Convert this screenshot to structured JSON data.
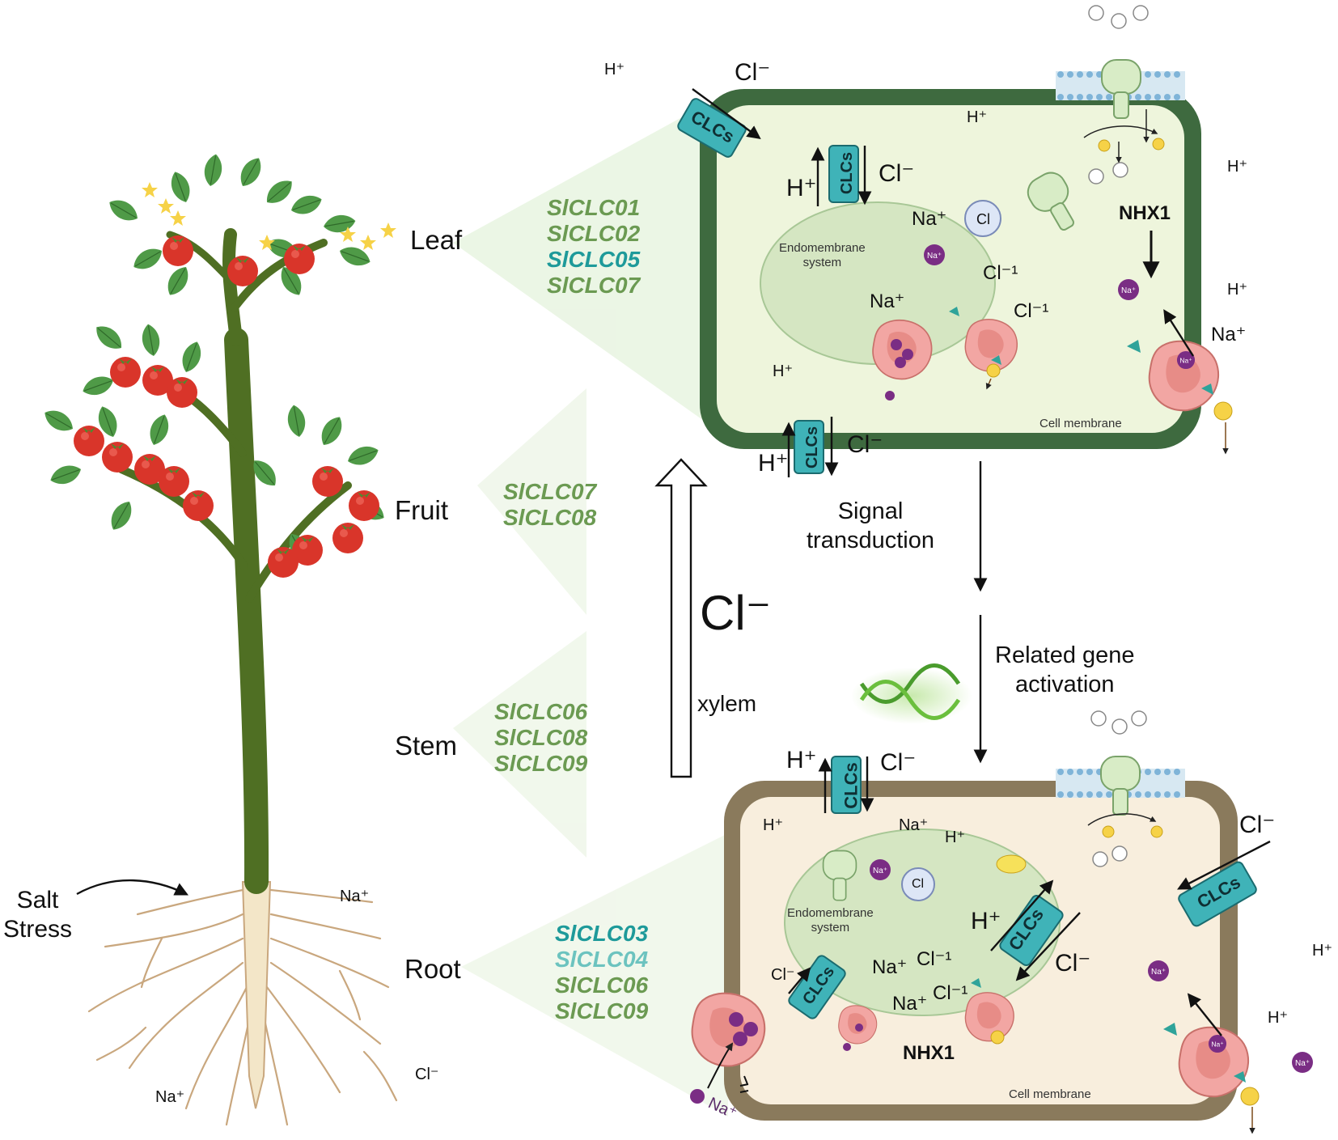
{
  "organs": {
    "leaf": "Leaf",
    "fruit": "Fruit",
    "stem": "Stem",
    "root": "Root"
  },
  "genes": {
    "leaf": [
      "SlCLC01",
      "SlCLC02",
      "SlCLC05",
      "SlCLC07"
    ],
    "fruit": [
      "SlCLC07",
      "SlCLC08"
    ],
    "stem": [
      "SlCLC06",
      "SlCLC08",
      "SlCLC09"
    ],
    "root": [
      "SlCLC03",
      "SlCLC04",
      "SlCLC06",
      "SlCLC09"
    ]
  },
  "salt_stress": "Salt\nStress",
  "transport": {
    "ion": "Cl⁻",
    "xylem": "xylem"
  },
  "flow": {
    "signal": "Signal\ntransduction",
    "activation": "Related gene\nactivation"
  },
  "leaf_cell": {
    "clc_label": "CLCs",
    "endomembrane": "Endomembrane\nsystem",
    "cell_membrane": "Cell membrane",
    "nhx1": "NHX1",
    "h_plus": "H⁺",
    "cl_minus": "Cl⁻",
    "na_plus": "Na⁺",
    "cl_1": "Cl⁻¹",
    "cl_symbol": "Cl"
  },
  "root_cell": {
    "clc_label": "CLCs",
    "endomembrane": "Endomembrane\nsystem",
    "cell_membrane": "Cell membrane",
    "nhx1": "NHX1",
    "h_plus": "H⁺",
    "cl_minus": "Cl⁻",
    "na_plus": "Na⁺",
    "cl_1": "Cl⁻¹",
    "cl_symbol": "Cl"
  },
  "soil_ions": {
    "na": "Na⁺",
    "cl": "Cl⁻"
  },
  "colors": {
    "leaf_wall": "#3e6a3f",
    "leaf_cytoplasm": "#eef5dc",
    "root_wall": "#8a7a5c",
    "root_cytoplasm": "#f8eedd",
    "vacuole": "#d5e6c2",
    "clc": "#3fb3b8",
    "transporter": "#f2a6a3",
    "sodium": "#7a2d84",
    "stem": "#4f6f23",
    "tomato": "#d9352a",
    "leafy": "#4f9a47"
  }
}
